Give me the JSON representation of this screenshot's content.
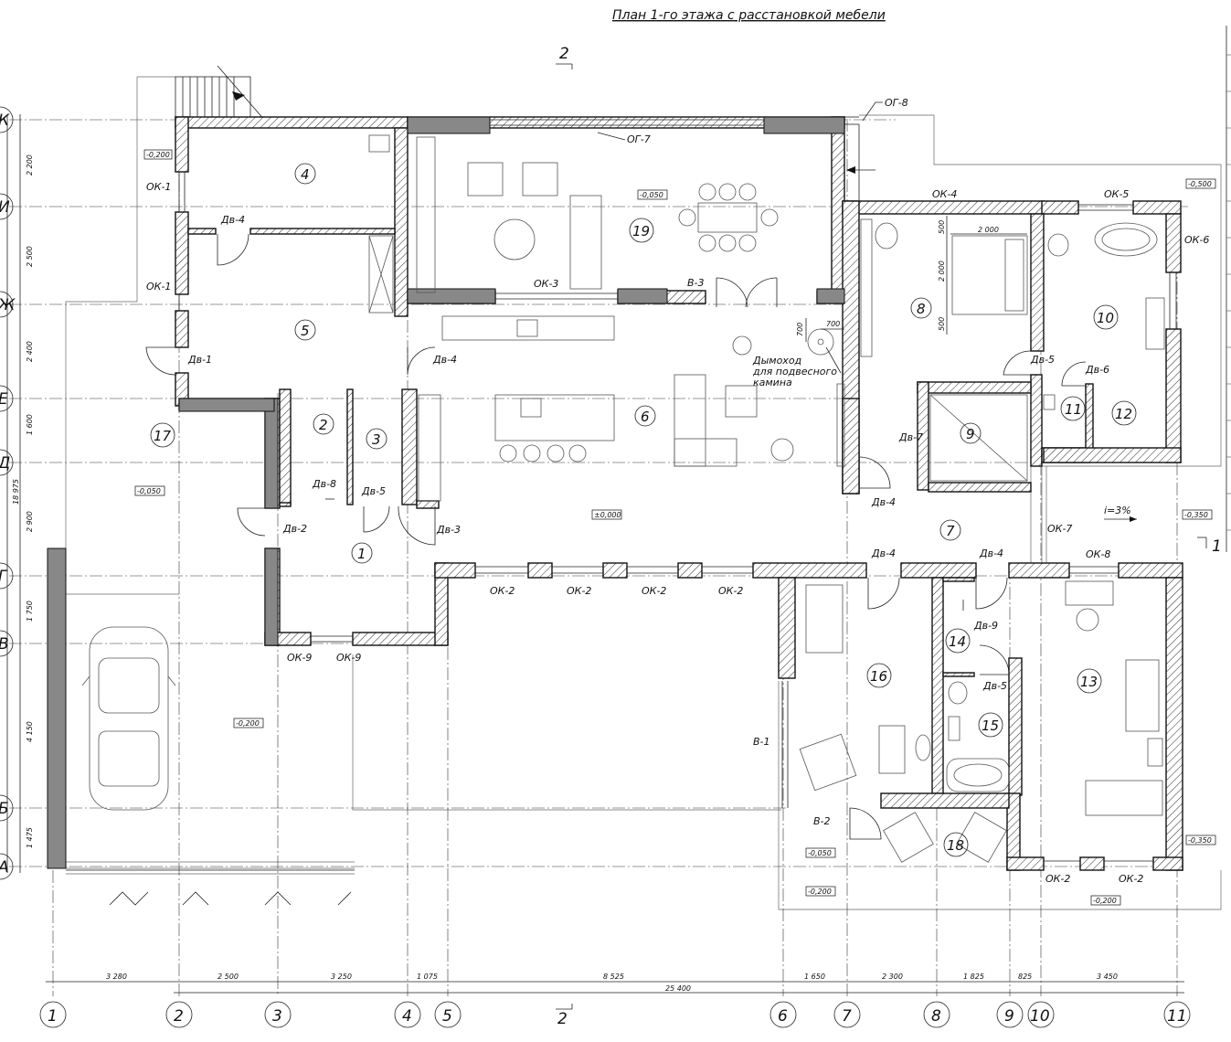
{
  "title": "План 1-го этажа с расстановкой мебели",
  "section_marks": {
    "top": "2",
    "bottom": "2",
    "right": "1"
  },
  "axes_bottom": [
    {
      "label": "1",
      "x": 0
    },
    {
      "label": "2",
      "x": 0
    },
    {
      "label": "3",
      "x": 0
    },
    {
      "label": "4",
      "x": 0
    },
    {
      "label": "5",
      "x": 0
    },
    {
      "label": "6",
      "x": 0
    },
    {
      "label": "7",
      "x": 0
    },
    {
      "label": "8",
      "x": 0
    },
    {
      "label": "9",
      "x": 0
    },
    {
      "label": "10",
      "x": 0
    },
    {
      "label": "11",
      "x": 0
    }
  ],
  "axes_left": [
    "К",
    "И",
    "Ж",
    "Е",
    "Д",
    "Г",
    "В",
    "Б",
    "А"
  ],
  "dims_bottom": [
    "3 280",
    "2 500",
    "3 250",
    "1 075",
    "8 525",
    "1 650",
    "2 300",
    "1 825",
    "825",
    "3 450"
  ],
  "dim_total_bottom": "25 400",
  "dims_left": [
    "2 200",
    "2 500",
    "2 400",
    "1 600",
    "2 900",
    "1 750",
    "4 150",
    "1 475"
  ],
  "dim_total_left": "18 975",
  "rooms": [
    "1",
    "2",
    "3",
    "4",
    "5",
    "6",
    "7",
    "8",
    "9",
    "10",
    "11",
    "12",
    "13",
    "14",
    "15",
    "16",
    "17",
    "18",
    "19"
  ],
  "openings": {
    "ok1a": "ОК-1",
    "ok1b": "ОК-1",
    "ok2a": "ОК-2",
    "ok2b": "ОК-2",
    "ok2c": "ОК-2",
    "ok2d": "ОК-2",
    "ok2e": "ОК-2",
    "ok2f": "ОК-2",
    "ok3": "ОК-3",
    "ok4": "ОК-4",
    "ok5": "ОК-5",
    "ok6": "ОК-6",
    "ok7": "ОК-7",
    "ok8": "ОК-8",
    "ok9a": "ОК-9",
    "ok9b": "ОК-9",
    "og7": "ОГ-7",
    "og8": "ОГ-8",
    "v1": "В-1",
    "v2": "В-2",
    "v3": "В-3",
    "dv1": "Дв-1",
    "dv2": "Дв-2",
    "dv3": "Дв-3",
    "dv4a": "Дв-4",
    "dv4b": "Дв-4",
    "dv4c": "Дв-4",
    "dv4d": "Дв-4",
    "dv4e": "Дв-4",
    "dv5a": "Дв-5",
    "dv5b": "Дв-5",
    "dv5c": "Дв-5",
    "dv6": "Дв-6",
    "dv7": "Дв-7",
    "dv8": "Дв-8",
    "dv9": "Дв-9"
  },
  "levels": {
    "l1": "-0,200",
    "l2": "-0,050",
    "l3": "-0,500",
    "l4": "-0,050",
    "l5": "±0,000",
    "l6": "-0,350",
    "l7": "-0,200",
    "l8": "-0,050",
    "l9": "-0,200",
    "l10": "-0,200",
    "l11": "-0,350"
  },
  "chimney_note": [
    "Дымоход",
    "для подвесного",
    "камина"
  ],
  "chimney_dims": [
    "700",
    "700"
  ],
  "bed_dims": [
    "2 000",
    "2 000",
    "500",
    "500"
  ],
  "slope": "i=3%",
  "colors": {
    "hatch": "#111111",
    "column": "#888888",
    "paved": "#f3f3f3"
  }
}
